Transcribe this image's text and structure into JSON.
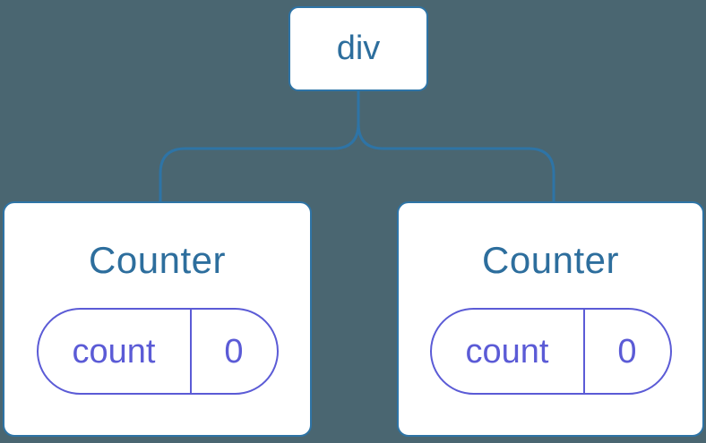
{
  "theme": {
    "bg_color": "#4a6671",
    "line_color": "#2e74a6",
    "node_text_color": "#2d6e9d",
    "state_color": "#5b5bd6",
    "card_bg": "#ffffff"
  },
  "diagram": {
    "type": "component-tree",
    "root": {
      "label": "div"
    },
    "children": [
      {
        "title": "Counter",
        "state": {
          "key": "count",
          "value": "0"
        }
      },
      {
        "title": "Counter",
        "state": {
          "key": "count",
          "value": "0"
        }
      }
    ]
  }
}
